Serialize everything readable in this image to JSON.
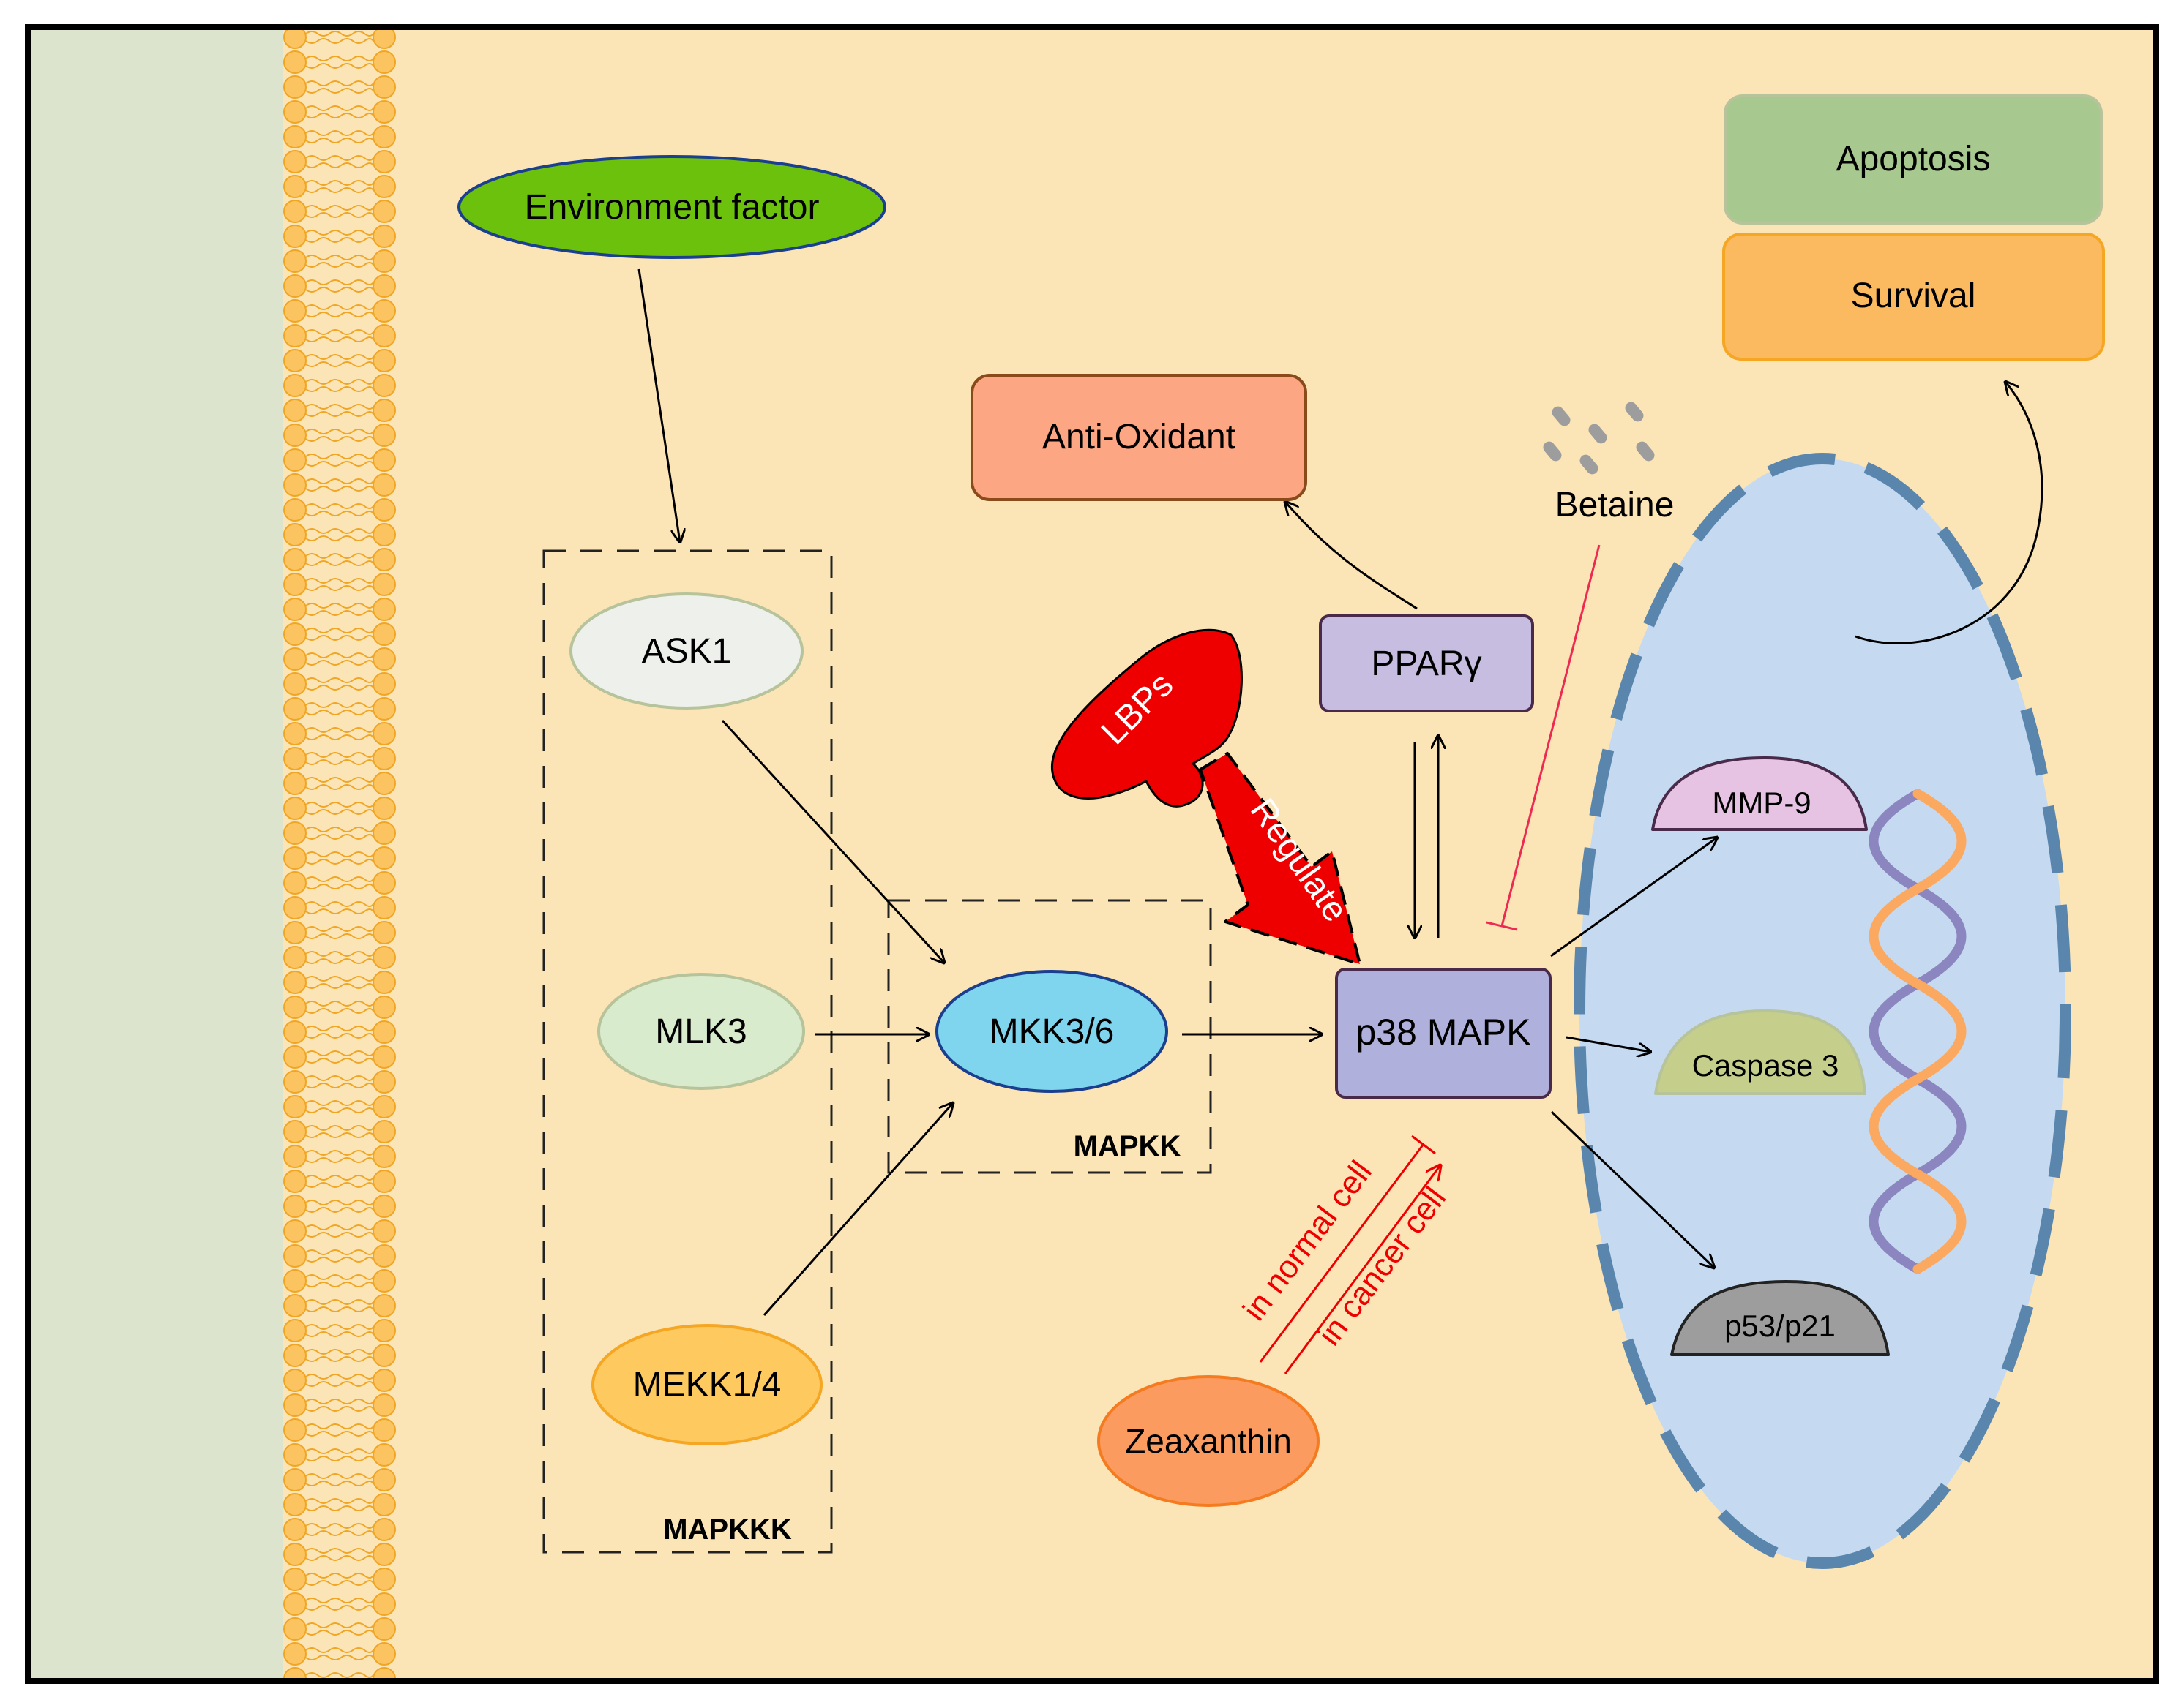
{
  "nodes": {
    "environment_factor": "Environment factor",
    "ask1": "ASK1",
    "mlk3": "MLK3",
    "mekk14": "MEKK1/4",
    "mkk36": "MKK3/6",
    "p38": "p38 MAPK",
    "ppar": "PPARγ",
    "anti_oxidant": "Anti-Oxidant",
    "lbps": "LBPs",
    "betaine": "Betaine",
    "zeaxanthin": "Zeaxanthin",
    "apoptosis": "Apoptosis",
    "survival": "Survival",
    "mmp9": "MMP-9",
    "caspase3": "Caspase 3",
    "p53p21": "p53/p21"
  },
  "groups": {
    "mapkkk": "MAPKKK",
    "mapkk": "MAPKK"
  },
  "edge_labels": {
    "regulate": "Regulate",
    "in_normal_cell": "in normal cell",
    "in_cancer_cell": "in cancer cell"
  },
  "colors": {
    "background_left": "#dde4cd",
    "cytoplasm": "#fbe5b6",
    "membrane": "#fbc460",
    "nucleus": "#c5daf0",
    "nucleus_border": "#5a86ae",
    "environment_factor": "#6cc10c",
    "ask1": "#eef0ec",
    "mlk3": "#d9ebcd",
    "mekk14": "#fec95e",
    "mkk36": "#7fd4ee",
    "p38": "#b0b0dc",
    "ppar": "#c6bde0",
    "anti_oxidant": "#fda684",
    "lbps": "#ee0000",
    "zeaxanthin": "#fc9b60",
    "apoptosis": "#a7c98f",
    "survival": "#fbba60",
    "mmp9": "#e7c3e3",
    "caspase3": "#c5cf8b",
    "p53p21": "#9d9d9d",
    "inhibition": "#ee2a52",
    "zeaxanthin_arrows": "#ee0000"
  }
}
